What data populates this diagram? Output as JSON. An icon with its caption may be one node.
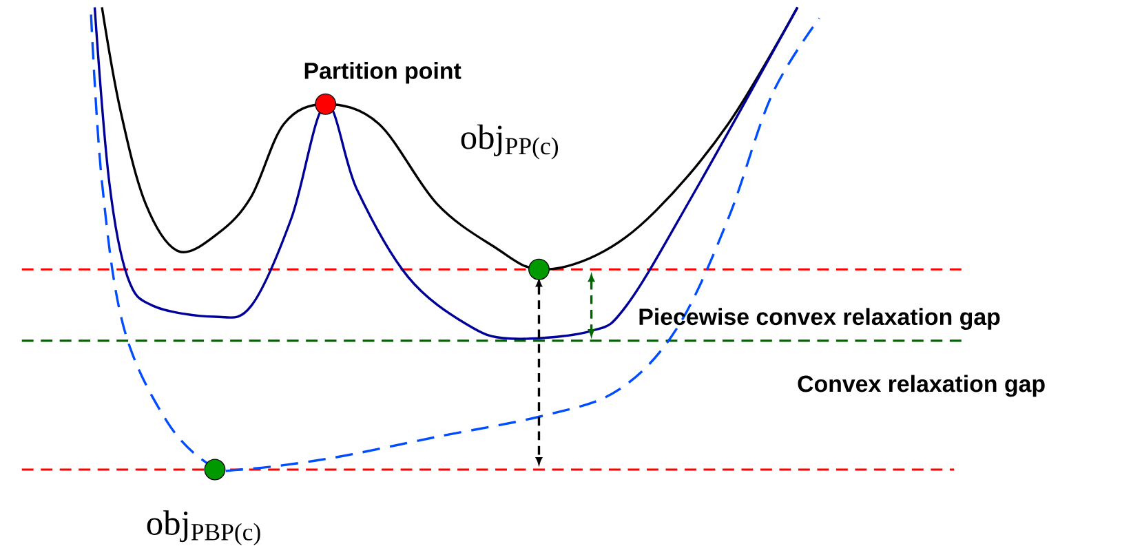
{
  "diagram": {
    "nodes": [
      {
        "text": [],
        "shape": "circle",
        "beside": [
          "Partition point"
        ]
      },
      {
        "text": [],
        "shape": "circle",
        "beside": [
          "obj$_{PP(c)}$"
        ]
      },
      {
        "text": [],
        "shape": "circle",
        "beside": [
          "obj$_{PBP(c)}$"
        ]
      }
    ],
    "labels": [
      "Piecewise convex relaxation gap",
      "Convex relaxation gap"
    ]
  }
}
